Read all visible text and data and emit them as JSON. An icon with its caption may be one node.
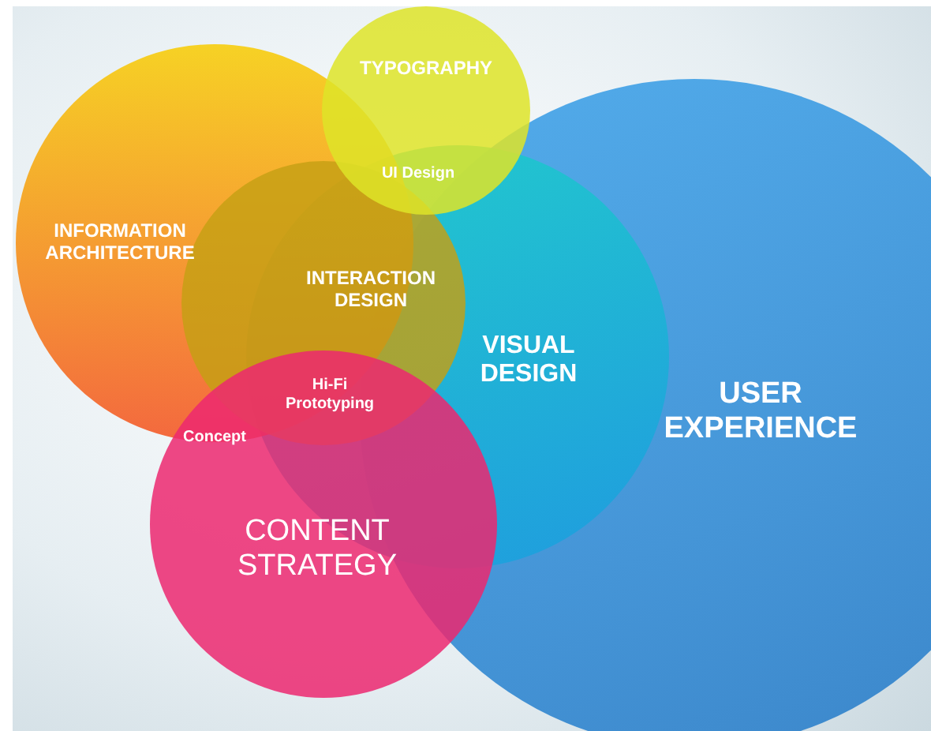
{
  "diagram": {
    "nodes": [
      {
        "text": [
          "TYPOGRAPHY"
        ]
      },
      {
        "text": [
          "INFORMATION ARCHITECTURE"
        ]
      },
      {
        "text": [
          "INTERACTION DESIGN"
        ]
      },
      {
        "text": [
          "VISUAL DESIGN"
        ]
      },
      {
        "text": [
          "USER EXPERIENCE"
        ]
      },
      {
        "text": [
          "CONTENT STRATEGY"
        ]
      }
    ],
    "edges": [],
    "labels": [
      "UI Design",
      "Hi-Fi Prototyping",
      "Concept"
    ]
  }
}
